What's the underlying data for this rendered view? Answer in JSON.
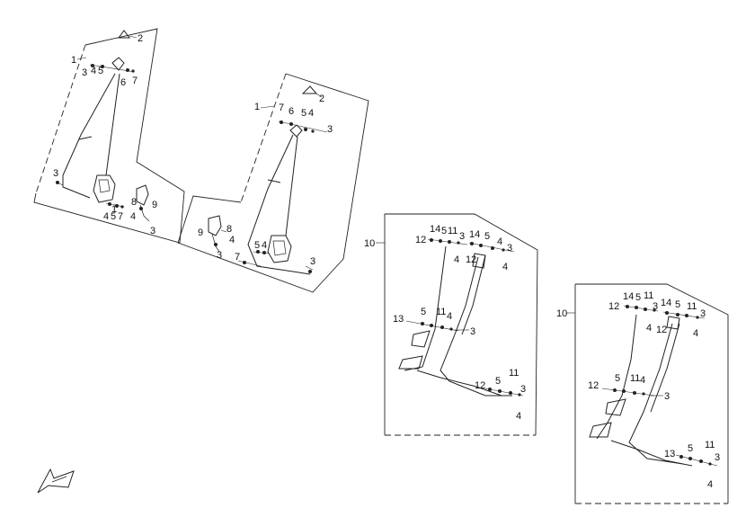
{
  "diagram": {
    "callouts": [
      "1",
      "2",
      "3",
      "4",
      "5",
      "6",
      "7",
      "8",
      "9",
      "10",
      "11",
      "12",
      "13",
      "14"
    ],
    "icon": "front-direction-arrow-icon"
  }
}
